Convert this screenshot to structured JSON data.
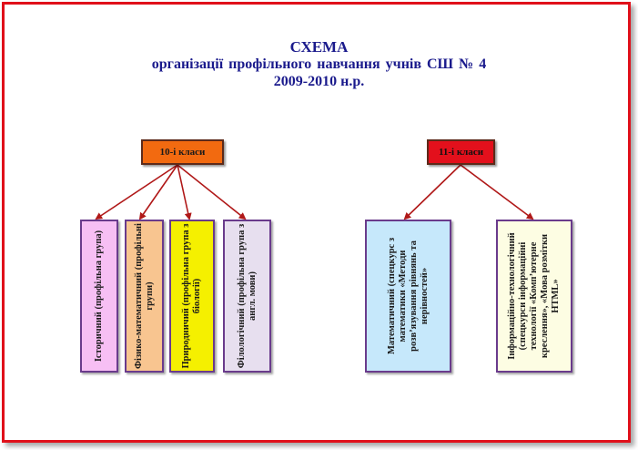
{
  "title": {
    "line1": "СХЕМА",
    "line2": "організації профільного  навчання  учнів  СШ № 4",
    "line3": "2009-2010 н.р."
  },
  "grade10": {
    "label": "10-і класи",
    "groups": [
      "Історичний (профільна група)",
      "Фізико-математичний (профільні групи)",
      "Природничий (профільна група з біології)",
      "Філологічний (профільна група з англ. мови)"
    ]
  },
  "grade11": {
    "label": "11-і класи",
    "groups": [
      "Математичний (спецкурс з математики «Методи розв’язування рівнянь та нерівностей»",
      "Інформаційно-технологічний (спецкурси інформаційні технології «Комп’ютерне креслення», «Мова розмітки HTML»"
    ]
  },
  "colors": {
    "frame": "#e0101a",
    "title": "#1a1a8c",
    "arrow": "#b01818",
    "header10": "#f26a10",
    "header11": "#e3101c"
  }
}
